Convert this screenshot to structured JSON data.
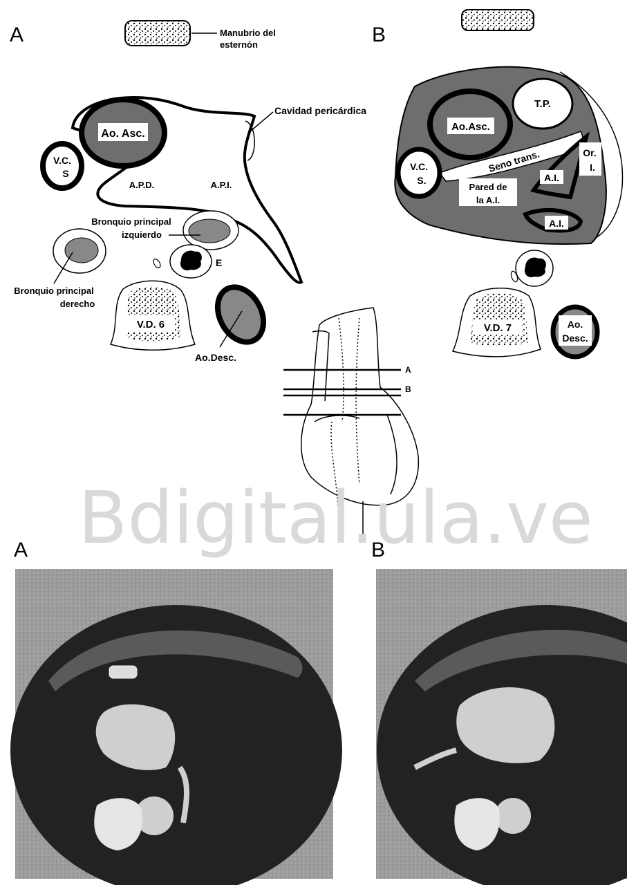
{
  "panels": {
    "a_top": "A",
    "b_top": "B",
    "a_bottom": "A",
    "b_bottom": "B"
  },
  "watermark": "Bdigital.ula.ve",
  "diagram_a": {
    "manubrio_line1": "Manubrio del",
    "manubrio_line2": "esternón",
    "cavidad": "Cavidad pericárdica",
    "ao_asc": "Ao. Asc.",
    "vcs_1": "V.C.",
    "vcs_2": "S",
    "apd": "A.P.D.",
    "api": "A.P.I.",
    "bronquio_izq_1": "Bronquio principal",
    "bronquio_izq_2": "izquierdo",
    "bronquio_der_1": "Bronquio principal",
    "bronquio_der_2": "derecho",
    "e": "E",
    "vd6": "V.D. 6",
    "ao_desc": "Ao.Desc."
  },
  "diagram_b": {
    "tp": "T.P.",
    "ao_asc": "Ao.Asc.",
    "vcs_1": "V.C.",
    "vcs_2": "S.",
    "seno": "Seno trans.",
    "or_1": "Or.",
    "or_2": "I.",
    "ai_1": "A.I.",
    "pared_1": "Pared de",
    "pared_2": "la A.I.",
    "ai_2": "A.I.",
    "vd7": "V.D. 7",
    "ao_desc_1": "Ao.",
    "ao_desc_2": "Desc."
  },
  "heart_levels": {
    "a": "A",
    "b": "B"
  },
  "colors": {
    "shade": "#6e6e6e",
    "ct_bg": "#9a9a9a",
    "ct_dark": "#1a1a1a",
    "watermark": "#d9d9d9"
  }
}
